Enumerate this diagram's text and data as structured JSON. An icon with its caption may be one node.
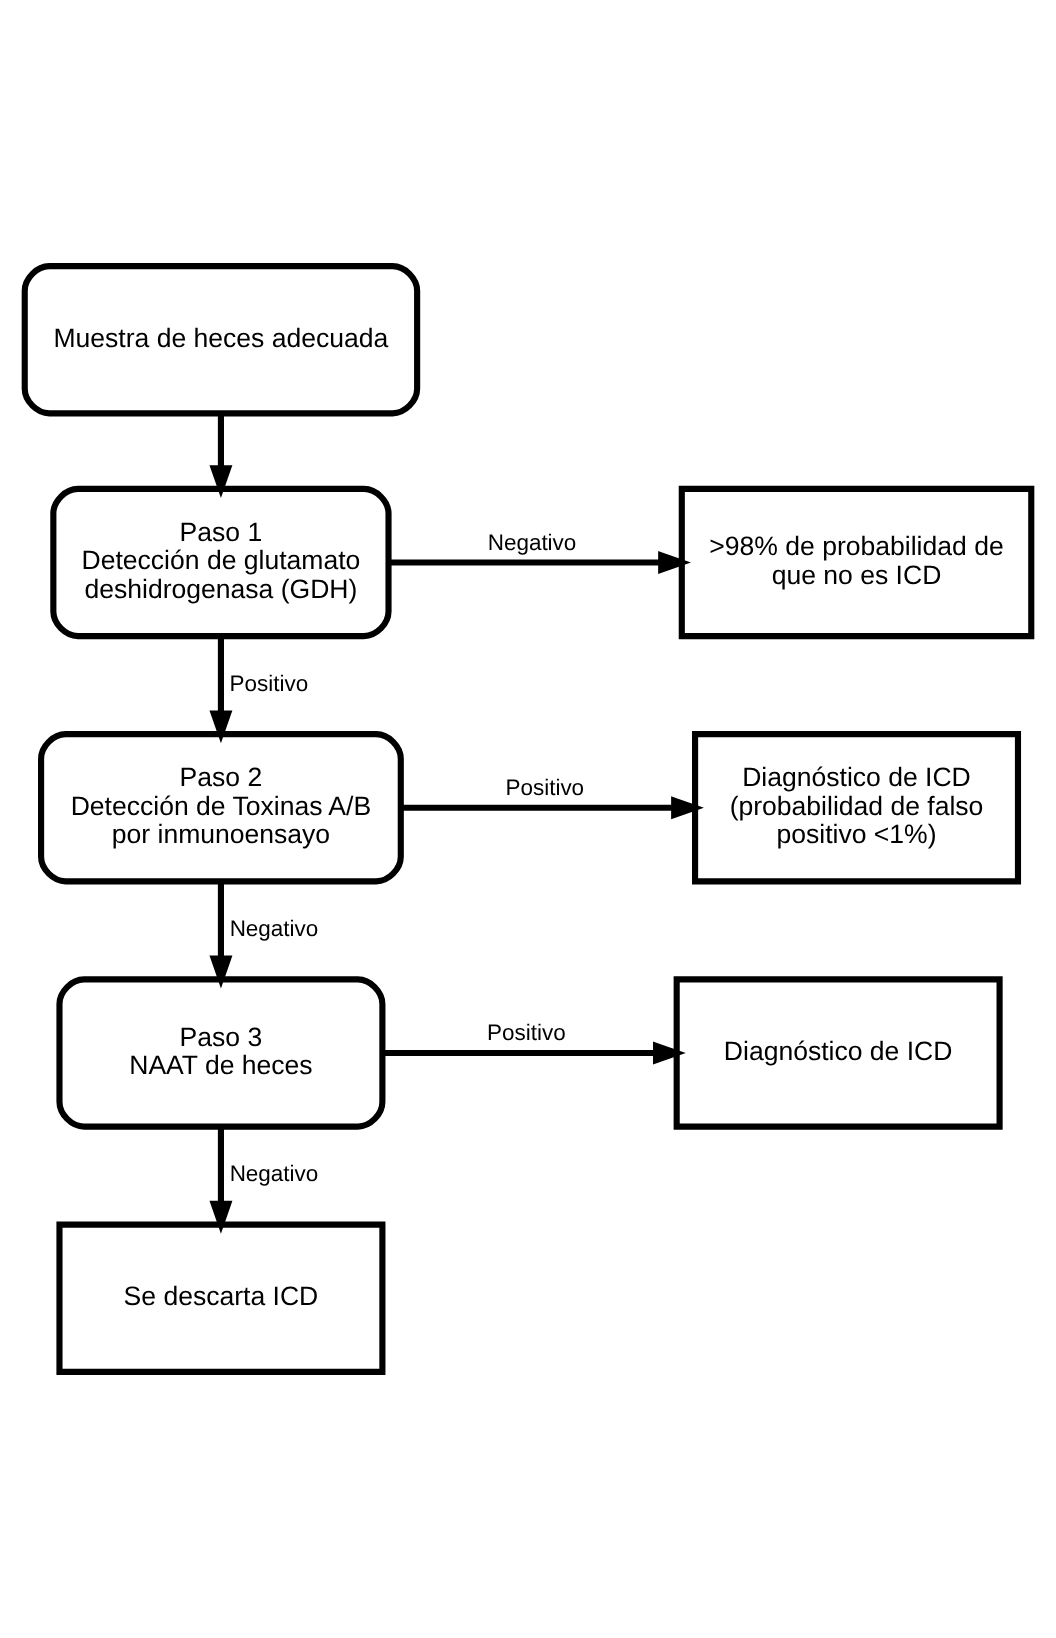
{
  "diagram": {
    "nodes": [
      {
        "text": [
          "Muestra de heces adecuada"
        ]
      },
      {
        "text": [
          "Paso 1",
          "Detección de glutamato deshidrogenasa (GDH)"
        ]
      },
      {
        "text": [
          ">98% de probabilidad de que no es ICD"
        ]
      },
      {
        "text": [
          "Paso 2",
          "Detección de Toxinas A/B por inmunoensayo"
        ]
      },
      {
        "text": [
          "Diagnóstico de ICD (probabilidad de falso positivo <1%)"
        ]
      },
      {
        "text": [
          "Paso 3",
          "NAAT de heces"
        ]
      },
      {
        "text": [
          "Diagnóstico de ICD"
        ]
      },
      {
        "text": [
          "Se descarta ICD"
        ]
      }
    ],
    "edges": [
      {
        "from": 0,
        "to": 1,
        "arrow": "to"
      },
      {
        "from": 1,
        "to": 2,
        "arrow": "to",
        "label": "Negativo"
      },
      {
        "from": 1,
        "to": 3,
        "arrow": "to",
        "label": "Positivo"
      },
      {
        "from": 3,
        "to": 4,
        "arrow": "to",
        "label": "Positivo"
      },
      {
        "from": 3,
        "to": 5,
        "arrow": "to",
        "label": "Negativo"
      },
      {
        "from": 5,
        "to": 6,
        "arrow": "to",
        "label": "Positivo"
      },
      {
        "from": 5,
        "to": 7,
        "arrow": "to",
        "label": "Negativo"
      }
    ]
  }
}
